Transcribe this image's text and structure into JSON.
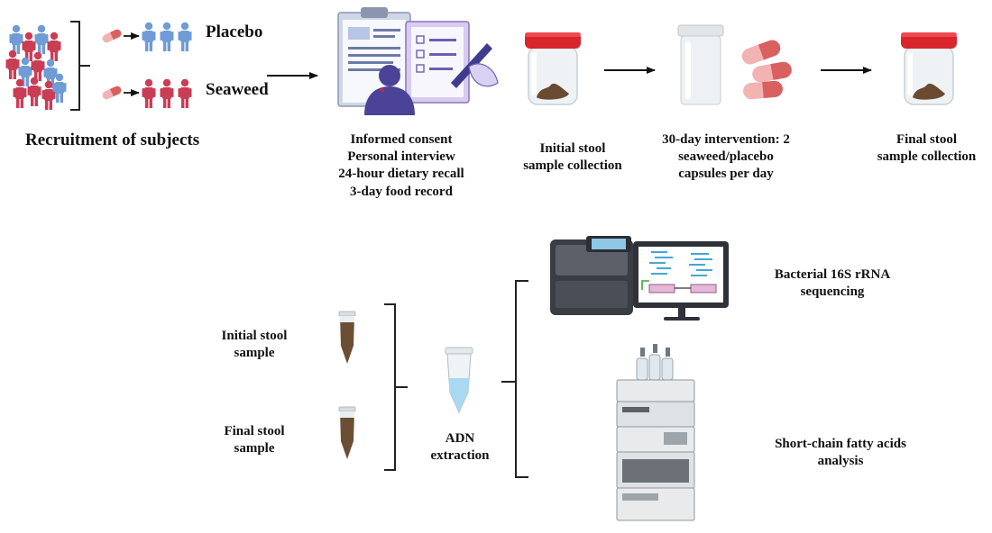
{
  "recruitment": {
    "group_placebo": "Placebo",
    "group_seaweed": "Seaweed",
    "caption": "Recruitment of subjects"
  },
  "consent_step": {
    "lines": [
      "Informed consent",
      "Personal interview",
      "24-hour dietary recall",
      "3-day food record"
    ]
  },
  "initial_collection": {
    "lines": [
      "Initial stool",
      "sample collection"
    ]
  },
  "intervention": {
    "lines": [
      "30-day intervention: 2",
      "seaweed/placebo",
      "capsules per day"
    ]
  },
  "final_collection": {
    "lines": [
      "Final stool",
      "sample collection"
    ]
  },
  "samples": {
    "initial": [
      "Initial stool",
      "sample"
    ],
    "final": [
      "Final stool",
      "sample"
    ]
  },
  "extraction": {
    "lines": [
      "ADN",
      "extraction"
    ]
  },
  "analyses": {
    "sequencing": [
      "Bacterial 16S rRNA",
      "sequencing"
    ],
    "scfa": [
      "Short-chain fatty acids",
      "analysis"
    ]
  },
  "colors": {
    "placebo": "#6f9bd6",
    "seaweed": "#c93d55",
    "lid": "#d8262c",
    "stool": "#6b4a32",
    "interviewer": "#4b4397",
    "capsule": "#d9605f"
  }
}
